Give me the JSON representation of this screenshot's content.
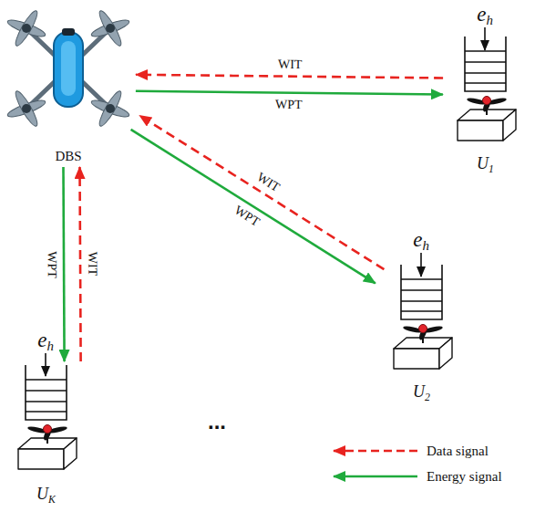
{
  "diagram": {
    "nodes": [
      {
        "text": [
          "DBS"
        ]
      },
      {
        "text": [
          "U1"
        ]
      },
      {
        "text": [
          "U2"
        ]
      },
      {
        "text": [
          "UK"
        ]
      }
    ],
    "edges": [
      {
        "from": 1,
        "to": 0,
        "arrow": "to",
        "label": "WIT"
      },
      {
        "from": 0,
        "to": 1,
        "arrow": "to",
        "label": "WPT"
      },
      {
        "from": 2,
        "to": 0,
        "arrow": "to",
        "label": "WIT"
      },
      {
        "from": 0,
        "to": 2,
        "arrow": "to",
        "label": "WPT"
      },
      {
        "from": 3,
        "to": 0,
        "arrow": "to",
        "label": "WIT"
      },
      {
        "from": 0,
        "to": 3,
        "arrow": "to",
        "label": "WPT"
      }
    ],
    "labels": [
      "eh",
      "eh",
      "eh",
      "..."
    ],
    "legend": [
      {
        "text": "Data signal"
      },
      {
        "text": "Energy signal"
      }
    ]
  }
}
